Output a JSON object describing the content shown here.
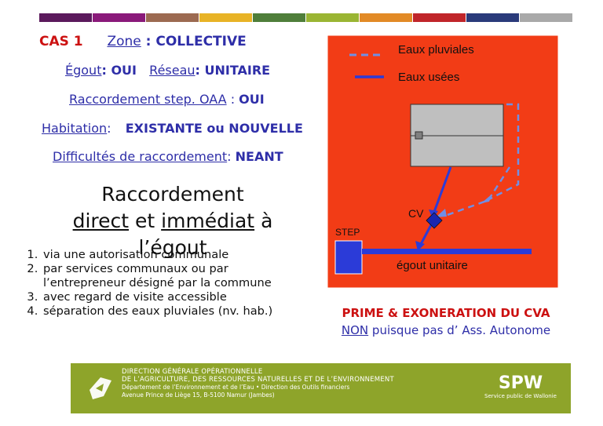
{
  "header_stripe_colors": [
    "#5b1a5c",
    "#8a1a7a",
    "#9c6a51",
    "#e8b326",
    "#4f7e3a",
    "#9ab533",
    "#e28a26",
    "#c0252a",
    "#2a3a7a",
    "#a9a9a9"
  ],
  "case": {
    "label": "CAS 1",
    "zone_label": "Zone",
    "zone_sep": " : ",
    "zone_value": "COLLECTIVE",
    "egout_label": "Égout",
    "egout_value": ": OUI",
    "reseau_label": "Réseau",
    "reseau_value": ": UNITAIRE",
    "raccordement_label": "Raccordement step. OAA",
    "raccordement_sep": " : ",
    "raccordement_value": "OUI",
    "habitation_label": "Habitation",
    "habitation_sep": ":",
    "habitation_value": "EXISTANTE ou NOUVELLE",
    "difficultes_label": "Difficultés de raccordement",
    "difficultes_sep": ":",
    "difficultes_value": "NEANT"
  },
  "title": {
    "line1": "Raccordement",
    "line2_word1": "direct",
    "line2_mid": " et ",
    "line2_word2": "immédiat",
    "line2_end": " à l’égout"
  },
  "steps": [
    "via une autorisation communale",
    "par services communaux ou par l’entrepreneur désigné par la commune",
    "avec regard de visite accessible",
    "séparation des eaux pluviales (nv. hab.)"
  ],
  "diagram": {
    "background_color": "#f23c16",
    "legend_pluviales": "Eaux pluviales",
    "legend_usees": "Eaux usées",
    "label_cv": "CV",
    "label_step": "STEP",
    "label_egout": "égout unitaire",
    "pipe_color": "#2b3bd8",
    "rain_color": "#6f8fe6"
  },
  "prime": {
    "title": "PRIME & EXONERATION DU CVA",
    "non_word": "NON",
    "non_rest": " puisque pas d’ Ass. Autonome"
  },
  "footer": {
    "line1": "DIRECTION GÉNÉRALE OPÉRATIONNELLE",
    "line2": "DE L’AGRICULTURE, DES RESSOURCES NATURELLES ET DE L’ENVIRONNEMENT",
    "line3": "Département de l’Environnement et de l’Eau • Direction des Outils financiers",
    "line4": "Avenue Prince de Liège 15, B-5100 Namur (Jambes)",
    "spw": "SPW",
    "spw_sub": "Service public de Wallonie",
    "bg_color": "#8ea42a"
  }
}
